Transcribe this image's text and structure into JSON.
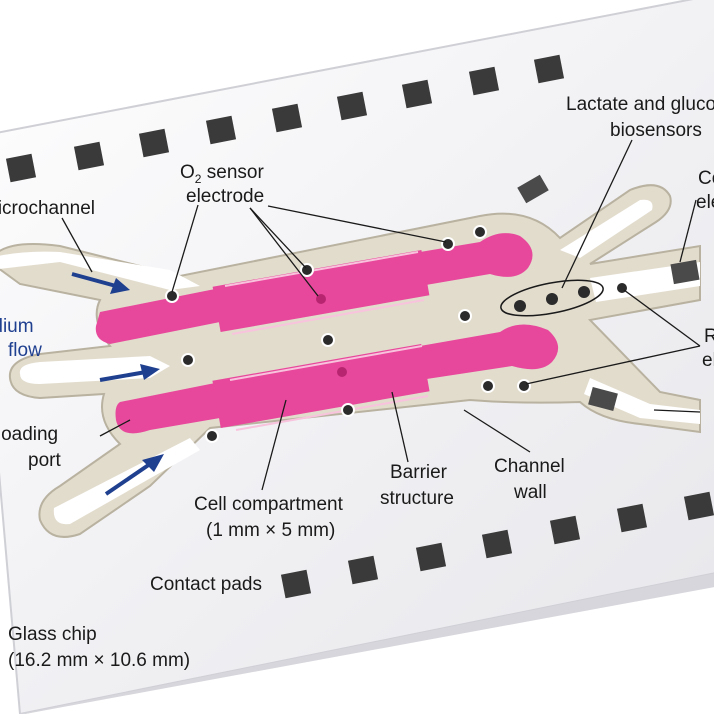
{
  "labels": {
    "lactate_glucose": [
      "Lactate and glucose",
      "biosensors"
    ],
    "o2_sensor": {
      "prefix": "O",
      "sub": "2",
      "suffix": " sensor",
      "line2": "electrode"
    },
    "microchannel": "Microchannel",
    "medium_flow": [
      "Medium",
      "flow"
    ],
    "counter_electrode": [
      "Counter",
      "electrode"
    ],
    "reference_electrode": [
      "Reference",
      "electrode"
    ],
    "gel_loading_port": [
      "Gel loading",
      "port"
    ],
    "barrier_structure": [
      "Barrier",
      "structure"
    ],
    "channel_wall": [
      "Channel",
      "wall"
    ],
    "cell_compartment": [
      "Cell compartment",
      "(1 mm × 5 mm)"
    ],
    "contact_pads": "Contact pads",
    "glass_chip": [
      "Glass chip",
      "(16.2 mm × 10.6 mm)"
    ]
  },
  "colors": {
    "cell_compartment": "#e8489b",
    "channel_wall": "#e2dccd",
    "pad": "#3a3a3a",
    "flow_arrow": "#1f3f8f",
    "chip": "#f4f4f6"
  }
}
